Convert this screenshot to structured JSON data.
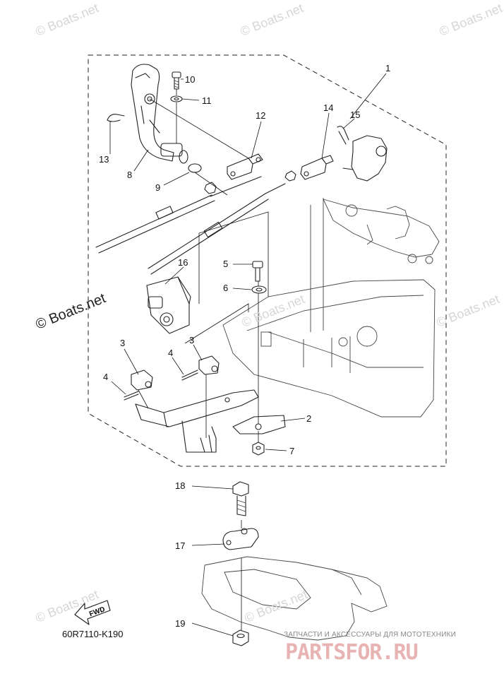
{
  "watermarks": {
    "wm1": "© Boats.net",
    "wm2": "© Boats.net",
    "wm3": "© Boats.net",
    "wm4": "© Boats.net",
    "wm5": "© Boats.net",
    "wm6": "© Boats.net",
    "wm7": "© Boats.net",
    "wm8": "© Boats.net"
  },
  "callouts": {
    "c1": "1",
    "c2": "2",
    "c3a": "3",
    "c3b": "3",
    "c4a": "4",
    "c4b": "4",
    "c5": "5",
    "c6": "6",
    "c7": "7",
    "c8": "8",
    "c9": "9",
    "c10": "10",
    "c11": "11",
    "c12": "12",
    "c13": "13",
    "c14": "14",
    "c15": "15",
    "c16": "16",
    "c17": "17",
    "c18": "18",
    "c19": "19"
  },
  "fwd_label": "FWD",
  "diagram_code": "60R7110-K190",
  "shop": {
    "tagline": "ЗАПЧАСТИ И АКСЕССУАРЫ ДЛЯ МОТОТЕХНИКИ",
    "logo": "PARTSFOR.RU"
  }
}
